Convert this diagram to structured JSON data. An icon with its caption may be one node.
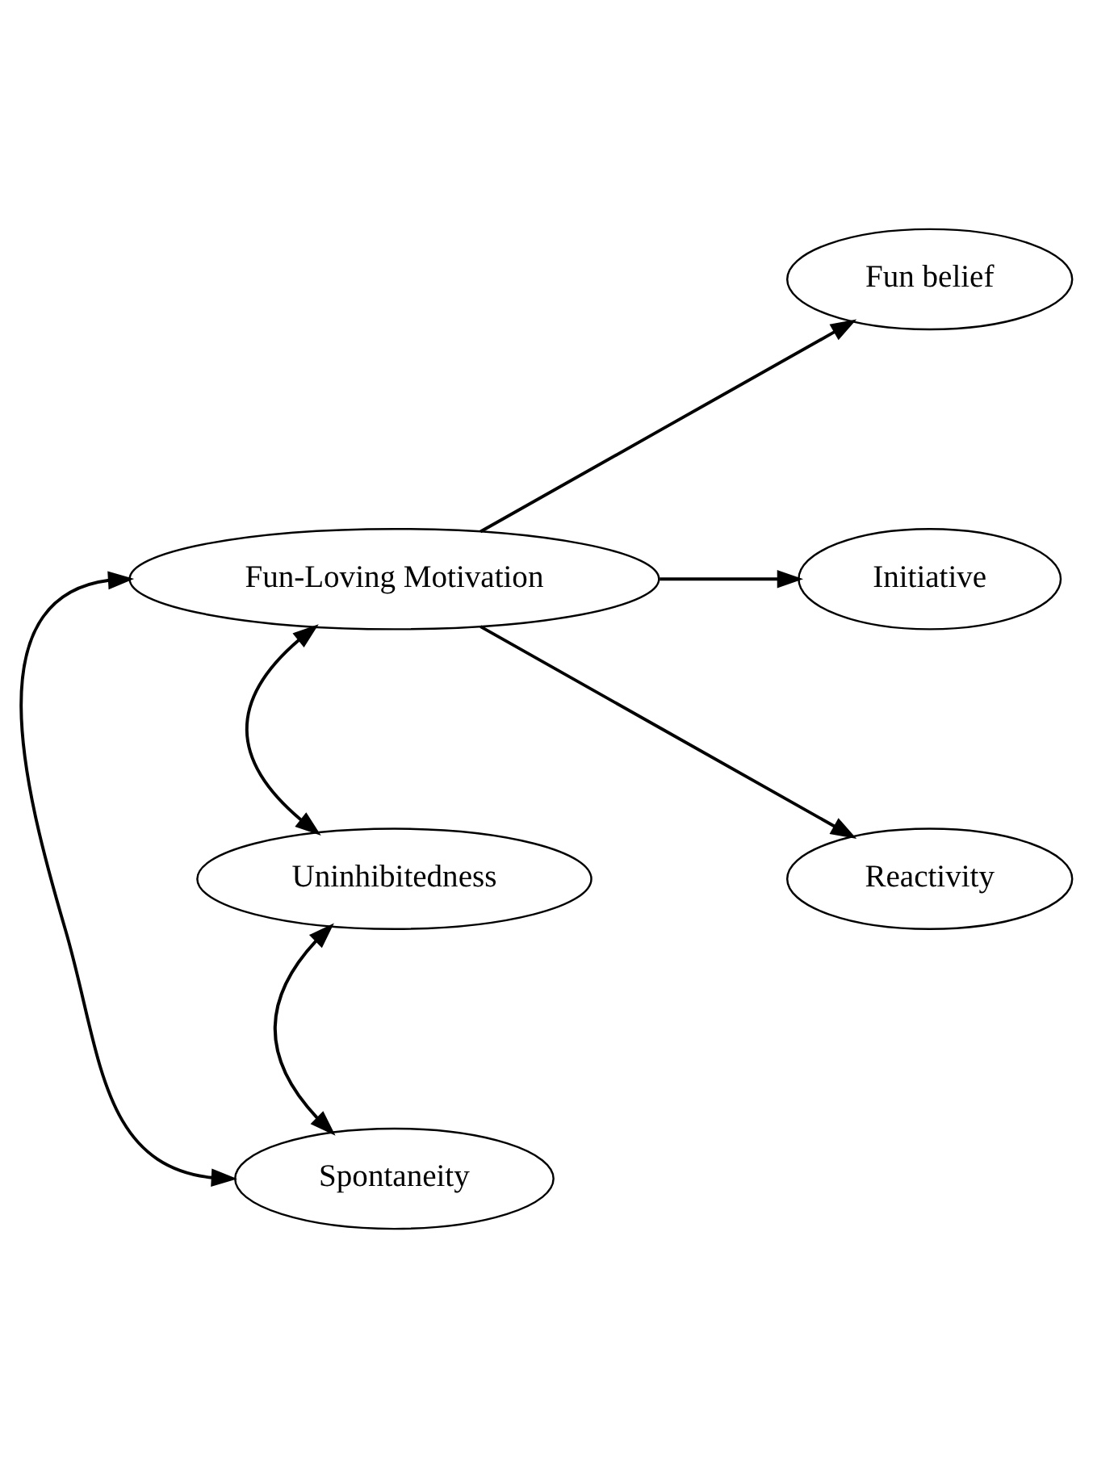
{
  "diagram": {
    "nodes": [
      {
        "text": [
          "Fun-Loving Motivation"
        ]
      },
      {
        "text": [
          "Fun belief"
        ]
      },
      {
        "text": [
          "Initiative"
        ]
      },
      {
        "text": [
          "Reactivity"
        ]
      },
      {
        "text": [
          "Uninhibitedness"
        ]
      },
      {
        "text": [
          "Spontaneity"
        ]
      }
    ],
    "edges": [
      {
        "from": 0,
        "to": 1,
        "arrow": "to"
      },
      {
        "from": 0,
        "to": 2,
        "arrow": "to"
      },
      {
        "from": 0,
        "to": 3,
        "arrow": "to"
      },
      {
        "from": 0,
        "to": 4,
        "arrow": "both"
      },
      {
        "from": 0,
        "to": 5,
        "arrow": "both"
      },
      {
        "from": 4,
        "to": 5,
        "arrow": "both"
      }
    ]
  }
}
